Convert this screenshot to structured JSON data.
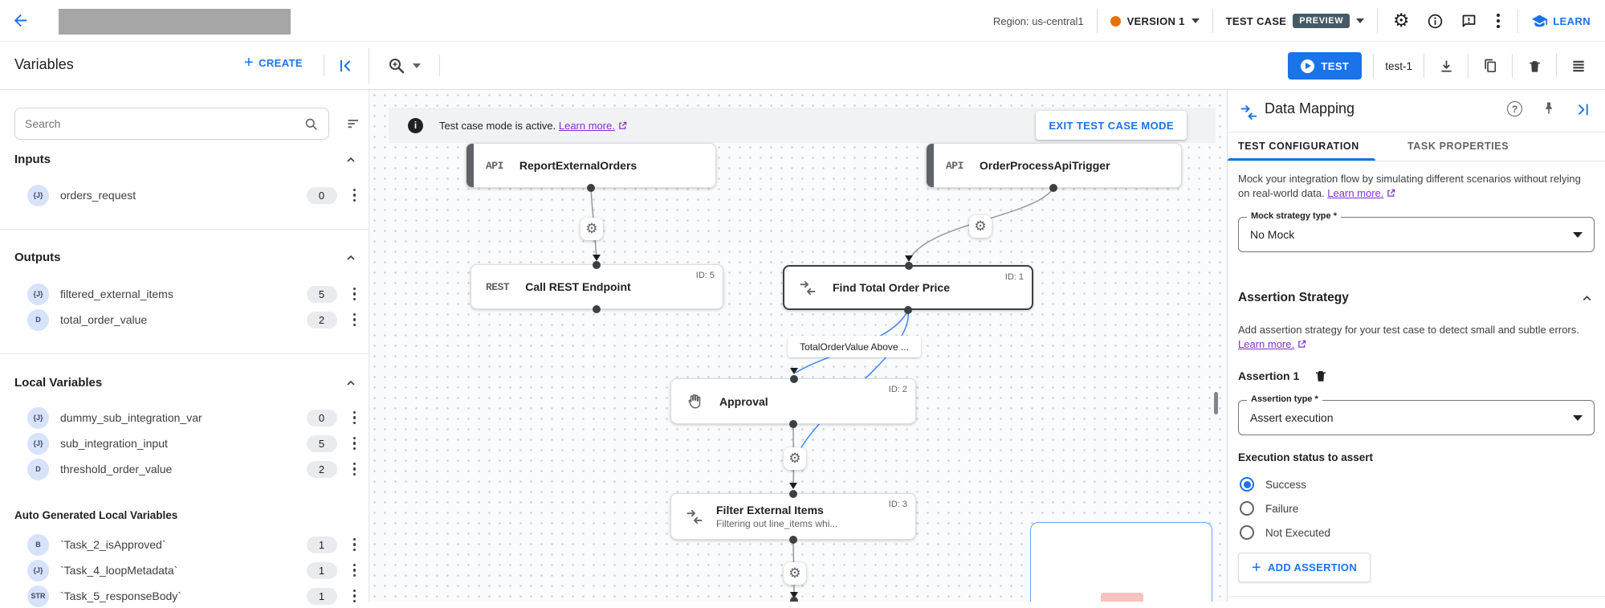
{
  "colors": {
    "accent_blue": "#1a73e8",
    "edge_blue": "#4285f4",
    "edge_gray": "#8e9aa3",
    "link_purple": "#8430ce",
    "version_dot_orange": "#e8710a",
    "preview_badge_bg": "#455a64"
  },
  "header": {
    "region": "Region: us-central1",
    "version": "VERSION 1",
    "test_case": "TEST CASE",
    "preview": "PREVIEW",
    "learn": "LEARN"
  },
  "toolbar": {
    "title": "Variables",
    "create": "CREATE",
    "test": "TEST",
    "test_name": "test-1"
  },
  "sidebar": {
    "search_placeholder": "Search",
    "sections": {
      "inputs": "Inputs",
      "outputs": "Outputs",
      "locals": "Local Variables",
      "auto": "Auto Generated Local Variables"
    },
    "rows": [
      {
        "type": "{J}",
        "name": "orders_request",
        "count": "0"
      },
      {
        "type": "{J}",
        "name": "filtered_external_items",
        "count": "5"
      },
      {
        "type": "D",
        "name": "total_order_value",
        "count": "2"
      },
      {
        "type": "{J}",
        "name": "dummy_sub_integration_var",
        "count": "0"
      },
      {
        "type": "{J}",
        "name": "sub_integration_input",
        "count": "5"
      },
      {
        "type": "D",
        "name": "threshold_order_value",
        "count": "2"
      },
      {
        "type": "B",
        "name": "`Task_2_isApproved`",
        "count": "1"
      },
      {
        "type": "{J}",
        "name": "`Task_4_loopMetadata`",
        "count": "1"
      },
      {
        "type": "STR",
        "name": "`Task_5_responseBody`",
        "count": "1"
      }
    ]
  },
  "canvas": {
    "banner": {
      "text": "Test case mode is active.",
      "link": "Learn more.",
      "exit": "EXIT TEST CASE MODE"
    },
    "nodes": [
      {
        "badge": "API",
        "title": "ReportExternalOrders"
      },
      {
        "badge": "API",
        "title": "OrderProcessApiTrigger"
      },
      {
        "badge": "REST",
        "title": "Call REST Endpoint",
        "id": "ID: 5"
      },
      {
        "title": "Find Total Order Price",
        "id": "ID: 1"
      },
      {
        "title": "Approval",
        "id": "ID: 2"
      },
      {
        "title": "Filter External Items",
        "subtitle": "Filtering out line_items whi...",
        "id": "ID: 3"
      }
    ],
    "edge_label": "TotalOrderValue Above ..."
  },
  "panel": {
    "title": "Data Mapping",
    "tabs": {
      "active": "TEST CONFIGURATION",
      "inactive": "TASK PROPERTIES"
    },
    "mock": {
      "text": "Mock your integration flow by simulating different scenarios without relying on real-world data.",
      "link": "Learn more.",
      "select_label": "Mock strategy type *",
      "select_value": "No Mock"
    },
    "assertion": {
      "section": "Assertion Strategy",
      "text": "Add assertion strategy for your test case to detect small and subtle errors.",
      "link": "Learn more.",
      "item_title": "Assertion 1",
      "select_label": "Assertion type *",
      "select_value": "Assert execution",
      "status_label": "Execution status to assert",
      "options": [
        "Success",
        "Failure",
        "Not Executed"
      ],
      "add": "ADD ASSERTION"
    }
  }
}
